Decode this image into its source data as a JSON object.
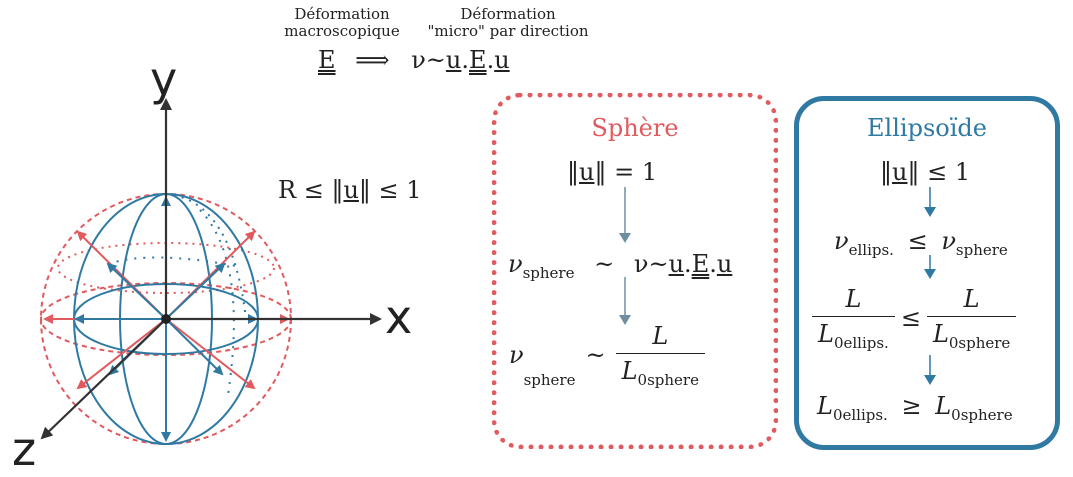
{
  "header": {
    "macro_label_line1": "Déformation",
    "macro_label_line2": "macroscopique",
    "micro_label_line1": "Déformation",
    "micro_label_line2": "\"micro\" par direction",
    "macro_symbol": "E",
    "implies": "⟹",
    "micro_prefix": "ν~",
    "micro_u1": "u",
    "micro_dot1": ".",
    "micro_E": "E",
    "micro_dot2": ".",
    "micro_u2": "u"
  },
  "sphere_figure": {
    "axis_y": "y",
    "axis_x": "x",
    "axis_z": "z",
    "range_lhs": "R ≤ ‖",
    "range_u": "u",
    "range_rhs": "‖ ≤ 1"
  },
  "sphere_box": {
    "title": "Sphère",
    "norm_lhs": "‖",
    "norm_u": "u",
    "norm_rhs": "‖ = 1",
    "nu": "ν",
    "nu_sub": "sphere",
    "sim": "~",
    "micro_prefix": "ν~",
    "micro_u1": "u",
    "micro_dot1": ".",
    "micro_E": "E",
    "micro_dot2": ".",
    "micro_u2": "u",
    "nu2": "ν",
    "nu2_sub": "sphere",
    "sim2": "~",
    "frac_num": "L",
    "frac_den": "L",
    "frac_den_sub": "0sphere"
  },
  "ellipsoid_box": {
    "title": "Ellipsoïde",
    "norm_lhs": "‖",
    "norm_u": "u",
    "norm_rhs": "‖ ≤ 1",
    "nu_e": "ν",
    "nu_e_sub": "ellips.",
    "leq": "≤",
    "nu_s": "ν",
    "nu_s_sub": "sphere",
    "f1_num": "L",
    "f1_den": "L",
    "f1_den_sub": "0ellips.",
    "leq2": "≤",
    "f2_num": "L",
    "f2_den": "L",
    "f2_den_sub": "0sphere",
    "l_e": "L",
    "l_e_sub": "0ellips.",
    "geq": "≥",
    "l_s": "L",
    "l_s_sub": "0sphere"
  },
  "colors": {
    "red": "#e05a5e",
    "blue": "#2f79a3",
    "arrow_gray": "#6f8fa0",
    "axis": "#333333"
  }
}
